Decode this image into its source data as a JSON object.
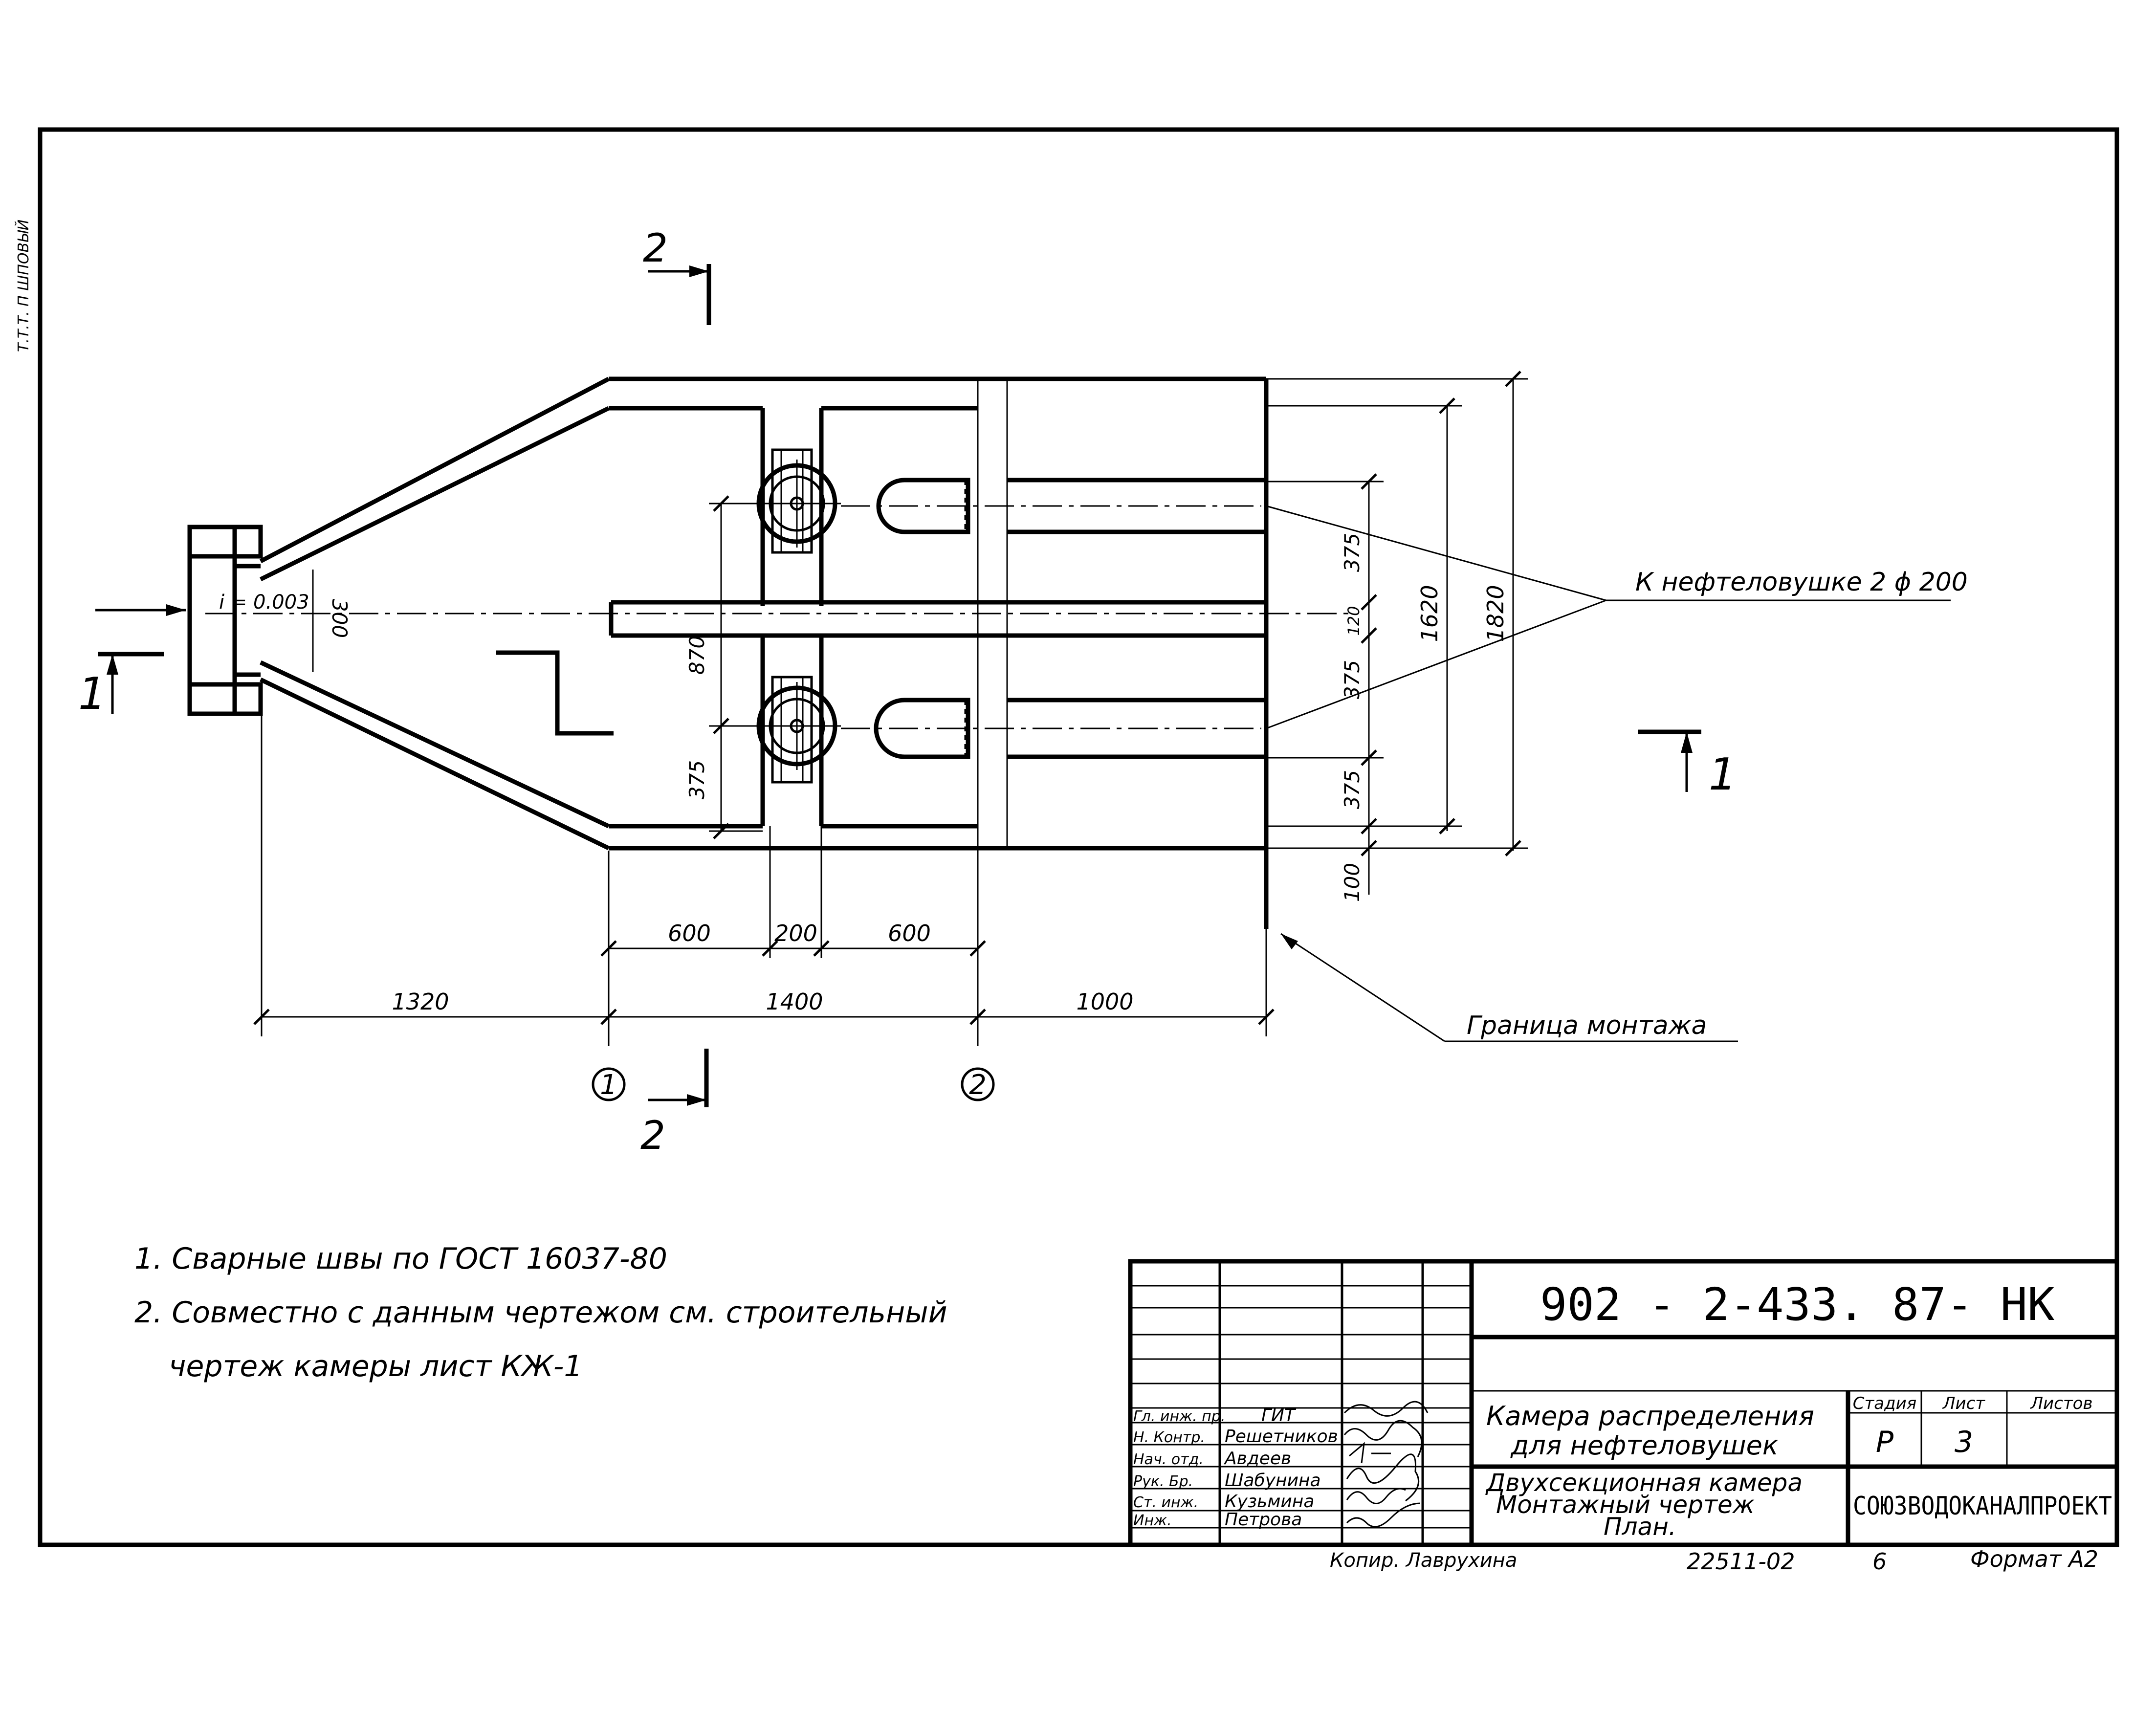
{
  "side_label": "Т.Т.Т. П ШПОВЫЙ",
  "section_marks": {
    "sec2": "2",
    "sec1": "1"
  },
  "slope_label": "i = 0.003",
  "callouts": {
    "connection": "К нефтеловушке 2 ϕ 200",
    "boundary": "Граница монтажа"
  },
  "axes": [
    "1",
    "2"
  ],
  "dimensions": {
    "d300": "300",
    "d870": "870",
    "d375": "375",
    "d120": "120",
    "d1620": "1620",
    "d1820": "1820",
    "d100": "100",
    "d600": "600",
    "d200": "200",
    "d1320": "1320",
    "d1400": "1400",
    "d1000": "1000"
  },
  "notes": [
    "1. Сварные швы по ГОСТ 16037-80",
    "2. Совместно с данным чертежом см. строительный",
    "чертеж камеры лист КЖ-1"
  ],
  "title_block": {
    "code": "902 - 2-433. 87- НК",
    "title_1": "Камера распределения",
    "title_2": "для нефтеловушек",
    "sheet_title_1": "Двухсекционная камера",
    "sheet_title_2": "Монтажный чертеж",
    "sheet_title_3": "План.",
    "col_stage": "Стадия",
    "col_sheet": "Лист",
    "col_sheets": "Листов",
    "stage": "Р",
    "sheet": "3",
    "organization": "СОЮЗВОДОКАНАЛПРОЕКТ",
    "staff": [
      {
        "role": "Гл. инж. пр.",
        "name": "ГИТ"
      },
      {
        "role": "Н. Контр.",
        "name": "Решетников"
      },
      {
        "role": "Нач. отд.",
        "name": "Авдеев"
      },
      {
        "role": "Рук. Бр.",
        "name": "Шабунина"
      },
      {
        "role": "Ст. инж.",
        "name": "Кузьмина"
      },
      {
        "role": "Инж.",
        "name": "Петрова"
      }
    ]
  },
  "footer": {
    "copied": "Копир. Лаврухина",
    "order": "22511-02",
    "page": "6",
    "format": "Формат А2"
  }
}
